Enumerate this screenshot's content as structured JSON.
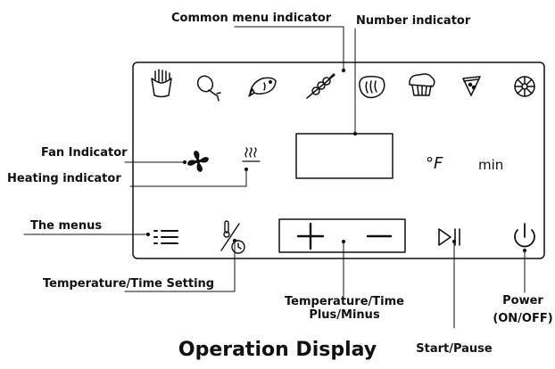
{
  "title": "Operation Display",
  "labels": {
    "common_menu": "Common menu indicator",
    "number": "Number indicator",
    "fan": "Fan Indicator",
    "heating": "Heating indicator",
    "menus": "The menus",
    "temp_time_setting": "Temperature/Time Setting",
    "plus_minus_line1": "Temperature/Time",
    "plus_minus_line2": "Plus/Minus",
    "start_pause": "Start/Pause",
    "power_line1": "Power",
    "power_line2": "(ON/OFF)"
  },
  "display": {
    "temp_unit": "°F",
    "time_unit": "min"
  },
  "icons": [
    "fries-icon",
    "drumstick-icon",
    "fish-icon",
    "skewer-icon",
    "steak-icon",
    "cake-icon",
    "pizza-icon",
    "vegetable-icon",
    "fan-icon",
    "heating-icon",
    "menu-list-icon",
    "temperature-time-icon",
    "plus-icon",
    "minus-icon",
    "start-pause-icon",
    "power-icon"
  ]
}
